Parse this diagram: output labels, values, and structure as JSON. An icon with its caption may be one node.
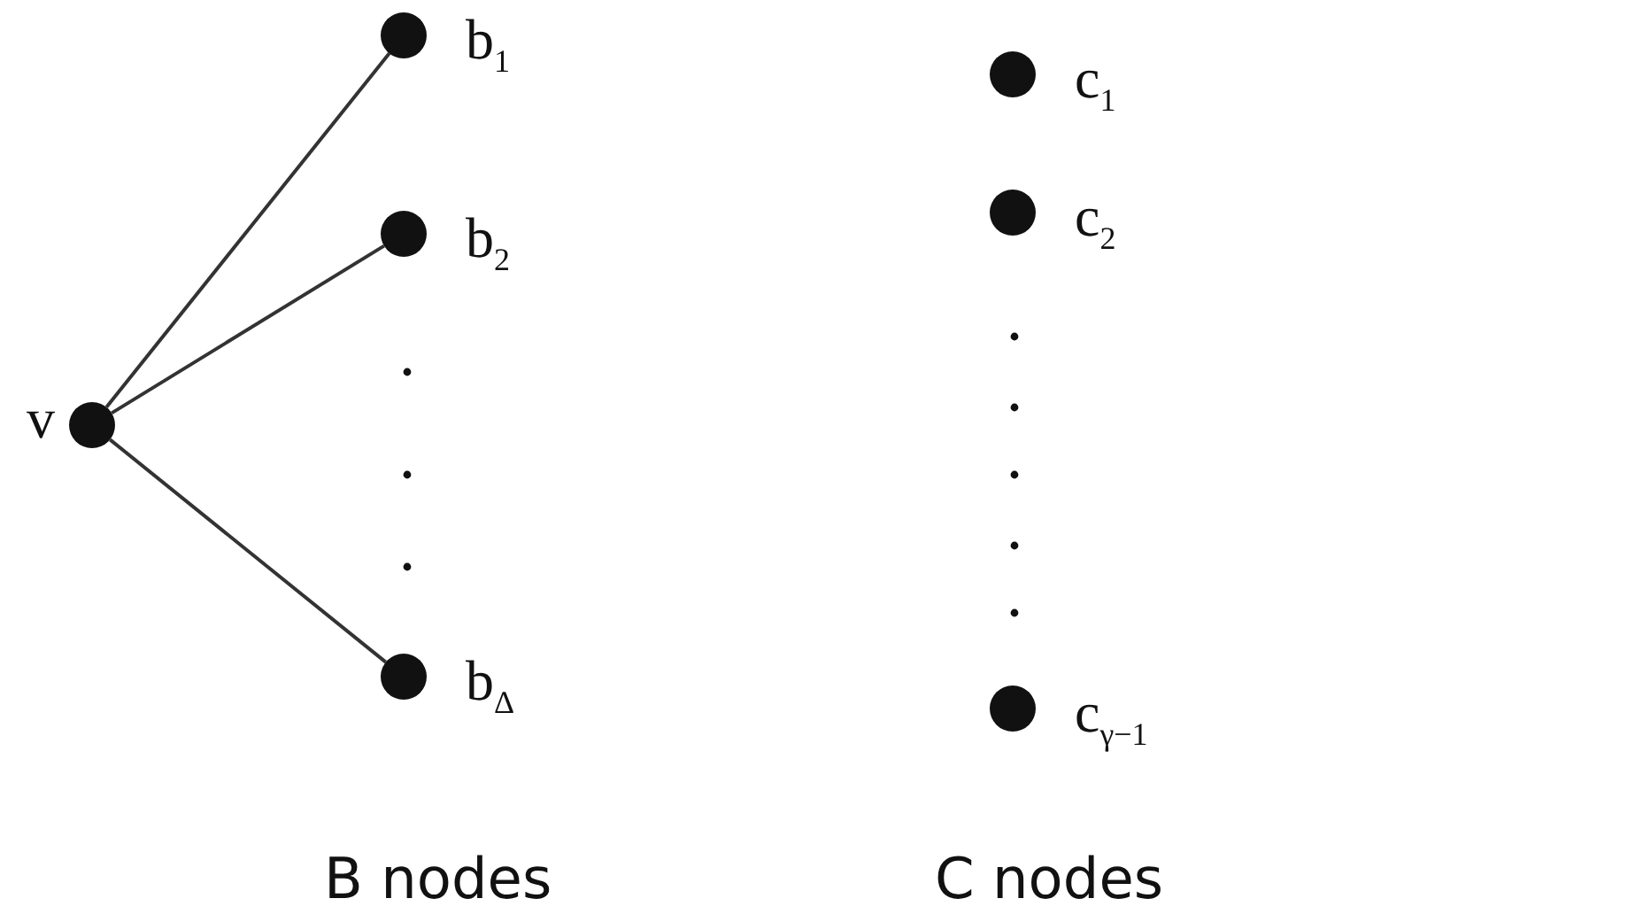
{
  "diagram": {
    "nodes": [
      {
        "text": [],
        "shape": "circle",
        "beside": [
          "v"
        ]
      },
      {
        "text": [],
        "shape": "circle",
        "beside": [
          "b$_{1}$"
        ]
      },
      {
        "text": [],
        "shape": "circle",
        "beside": [
          "b$_{2}$"
        ]
      },
      {
        "text": [],
        "shape": "circle",
        "beside": [
          "b$_{Δ}$"
        ]
      },
      {
        "text": [],
        "shape": "circle",
        "beside": [
          "c$_{1}$"
        ]
      },
      {
        "text": [],
        "shape": "circle",
        "beside": [
          "c$_{2}$"
        ]
      },
      {
        "text": [],
        "shape": "circle",
        "beside": [
          "c$_{γ−1}$"
        ]
      }
    ],
    "edges": [
      {
        "from": 0,
        "to": 1,
        "arrow": "none"
      },
      {
        "from": 0,
        "to": 2,
        "arrow": "none"
      },
      {
        "from": 0,
        "to": 3,
        "arrow": "none"
      }
    ],
    "labels": [
      "B nodes",
      "C nodes"
    ]
  }
}
